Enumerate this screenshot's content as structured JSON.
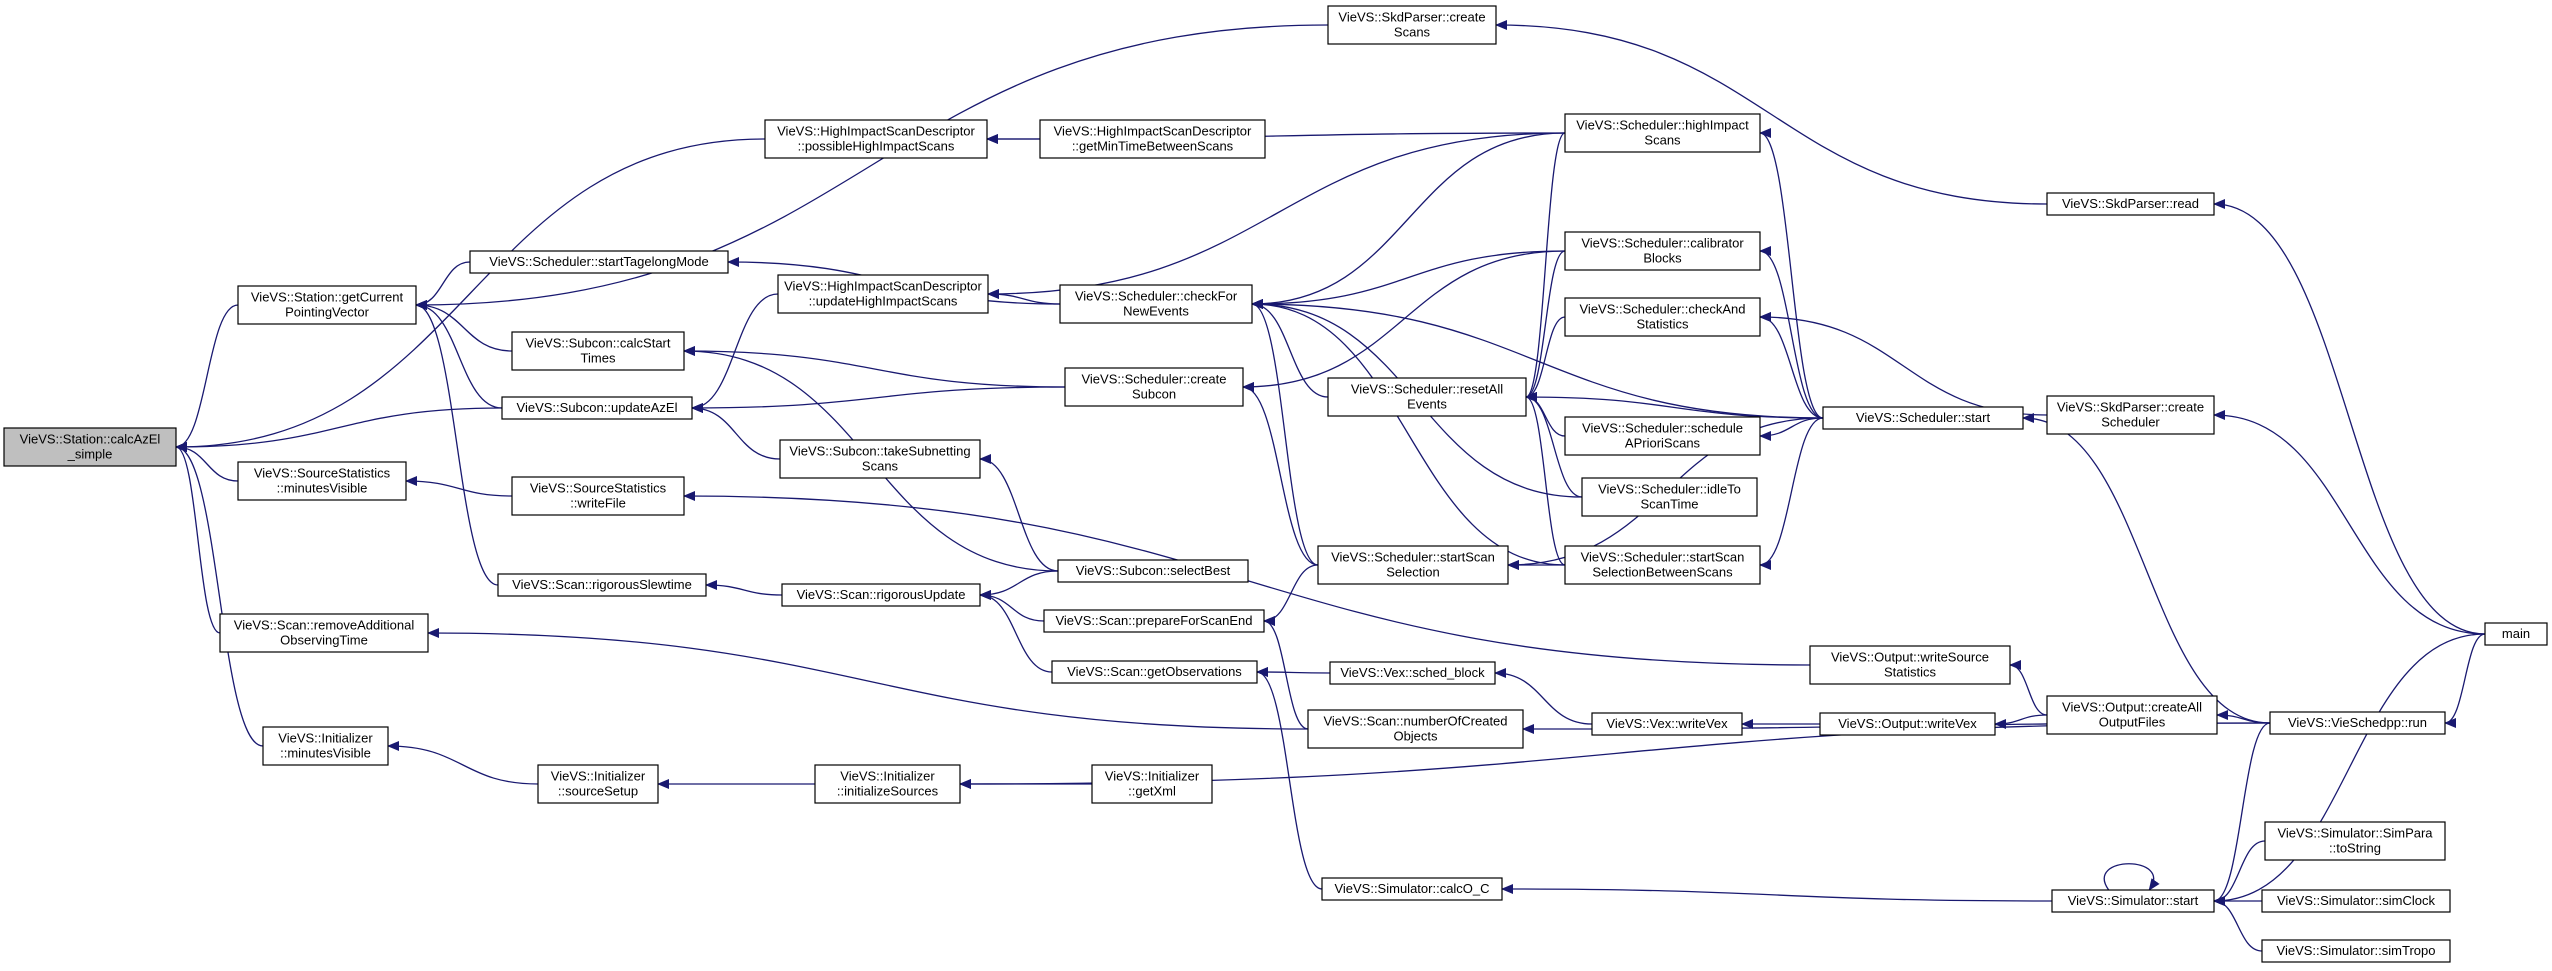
{
  "diagram": {
    "title": "",
    "edge_color": "#191970",
    "highlight_fill": "#bfbfbf",
    "nodes": [
      {
        "id": "calcAzEl",
        "lines": [
          "VieVS::Station::calcAzEl",
          "_simple"
        ],
        "highlight": true
      },
      {
        "id": "getCurrentPointingVector",
        "lines": [
          "VieVS::Station::getCurrent",
          "PointingVector"
        ]
      },
      {
        "id": "updateAzEl",
        "lines": [
          "VieVS::Subcon::updateAzEl"
        ]
      },
      {
        "id": "srcMinutesVisible",
        "lines": [
          "VieVS::SourceStatistics",
          "::minutesVisible"
        ]
      },
      {
        "id": "removeAdditional",
        "lines": [
          "VieVS::Scan::removeAdditional",
          "ObservingTime"
        ]
      },
      {
        "id": "initMinutesVisible",
        "lines": [
          "VieVS::Initializer",
          "::minutesVisible"
        ]
      },
      {
        "id": "startTagelong",
        "lines": [
          "VieVS::Scheduler::startTagelongMode"
        ]
      },
      {
        "id": "calcStartTimes",
        "lines": [
          "VieVS::Subcon::calcStart",
          "Times"
        ]
      },
      {
        "id": "rigorousSlewtime",
        "lines": [
          "VieVS::Scan::rigorousSlewtime"
        ]
      },
      {
        "id": "possibleHighImpact",
        "lines": [
          "VieVS::HighImpactScanDescriptor",
          "::possibleHighImpactScans"
        ]
      },
      {
        "id": "updateHighImpact",
        "lines": [
          "VieVS::HighImpactScanDescriptor",
          "::updateHighImpactScans"
        ]
      },
      {
        "id": "writeFile",
        "lines": [
          "VieVS::SourceStatistics",
          "::writeFile"
        ]
      },
      {
        "id": "takeSubnetting",
        "lines": [
          "VieVS::Subcon::takeSubnetting",
          "Scans"
        ]
      },
      {
        "id": "rigorousUpdate",
        "lines": [
          "VieVS::Scan::rigorousUpdate"
        ]
      },
      {
        "id": "sourceSetup",
        "lines": [
          "VieVS::Initializer",
          "::sourceSetup"
        ]
      },
      {
        "id": "initializeSources",
        "lines": [
          "VieVS::Initializer",
          "::initializeSources"
        ]
      },
      {
        "id": "getMinTime",
        "lines": [
          "VieVS::HighImpactScanDescriptor",
          "::getMinTimeBetweenScans"
        ]
      },
      {
        "id": "checkForNewEvents",
        "lines": [
          "VieVS::Scheduler::checkFor",
          "NewEvents"
        ]
      },
      {
        "id": "createSubcon",
        "lines": [
          "VieVS::Scheduler::create",
          "Subcon"
        ]
      },
      {
        "id": "selectBest",
        "lines": [
          "VieVS::Subcon::selectBest"
        ]
      },
      {
        "id": "prepareForScanEnd",
        "lines": [
          "VieVS::Scan::prepareForScanEnd"
        ]
      },
      {
        "id": "getObservations",
        "lines": [
          "VieVS::Scan::getObservations"
        ]
      },
      {
        "id": "getXml",
        "lines": [
          "VieVS::Initializer",
          "::getXml"
        ]
      },
      {
        "id": "skdCreateScans",
        "lines": [
          "VieVS::SkdParser::create",
          "Scans"
        ]
      },
      {
        "id": "highImpactScans",
        "lines": [
          "VieVS::Scheduler::highImpact",
          "Scans"
        ]
      },
      {
        "id": "resetAllEvents",
        "lines": [
          "VieVS::Scheduler::resetAll",
          "Events"
        ]
      },
      {
        "id": "calibratorBlocks",
        "lines": [
          "VieVS::Scheduler::calibrator",
          "Blocks"
        ]
      },
      {
        "id": "checkAndStatistics",
        "lines": [
          "VieVS::Scheduler::checkAnd",
          "Statistics"
        ]
      },
      {
        "id": "scheduleAPriori",
        "lines": [
          "VieVS::Scheduler::schedule",
          "APrioriScans"
        ]
      },
      {
        "id": "idleToScanTime",
        "lines": [
          "VieVS::Scheduler::idleTo",
          "ScanTime"
        ]
      },
      {
        "id": "startScanSelection",
        "lines": [
          "VieVS::Scheduler::startScan",
          "Selection"
        ]
      },
      {
        "id": "startScanSelBetween",
        "lines": [
          "VieVS::Scheduler::startScan",
          "SelectionBetweenScans"
        ]
      },
      {
        "id": "schedBlock",
        "lines": [
          "VieVS::Vex::sched_block"
        ]
      },
      {
        "id": "numberOfCreated",
        "lines": [
          "VieVS::Scan::numberOfCreated",
          "Objects"
        ]
      },
      {
        "id": "calcO_C",
        "lines": [
          "VieVS::Simulator::calcO_C"
        ]
      },
      {
        "id": "vexWriteVex",
        "lines": [
          "VieVS::Vex::writeVex"
        ]
      },
      {
        "id": "schedulerStart",
        "lines": [
          "VieVS::Scheduler::start"
        ]
      },
      {
        "id": "writeSourceStatistics",
        "lines": [
          "VieVS::Output::writeSource",
          "Statistics"
        ]
      },
      {
        "id": "outputWriteVex",
        "lines": [
          "VieVS::Output::writeVex"
        ]
      },
      {
        "id": "skdRead",
        "lines": [
          "VieVS::SkdParser::read"
        ]
      },
      {
        "id": "skdCreateScheduler",
        "lines": [
          "VieVS::SkdParser::create",
          "Scheduler"
        ]
      },
      {
        "id": "createAllOutputFiles",
        "lines": [
          "VieVS::Output::createAll",
          "OutputFiles"
        ]
      },
      {
        "id": "simStart",
        "lines": [
          "VieVS::Simulator::start"
        ]
      },
      {
        "id": "vieSchedppRun",
        "lines": [
          "VieVS::VieSchedpp::run"
        ]
      },
      {
        "id": "simParaToString",
        "lines": [
          "VieVS::Simulator::SimPara",
          "::toString"
        ]
      },
      {
        "id": "simClock",
        "lines": [
          "VieVS::Simulator::simClock"
        ]
      },
      {
        "id": "simTropo",
        "lines": [
          "VieVS::Simulator::simTropo"
        ]
      },
      {
        "id": "main",
        "lines": [
          "main"
        ]
      }
    ],
    "edges": [
      [
        "getCurrentPointingVector",
        "calcAzEl"
      ],
      [
        "updateAzEl",
        "calcAzEl"
      ],
      [
        "srcMinutesVisible",
        "calcAzEl"
      ],
      [
        "removeAdditional",
        "calcAzEl"
      ],
      [
        "initMinutesVisible",
        "calcAzEl"
      ],
      [
        "possibleHighImpact",
        "calcAzEl"
      ],
      [
        "skdCreateScans",
        "getCurrentPointingVector"
      ],
      [
        "startTagelong",
        "getCurrentPointingVector"
      ],
      [
        "calcStartTimes",
        "getCurrentPointingVector"
      ],
      [
        "updateAzEl",
        "getCurrentPointingVector"
      ],
      [
        "rigorousSlewtime",
        "getCurrentPointingVector"
      ],
      [
        "updateHighImpact",
        "updateAzEl"
      ],
      [
        "createSubcon",
        "updateAzEl"
      ],
      [
        "takeSubnetting",
        "updateAzEl"
      ],
      [
        "writeFile",
        "srcMinutesVisible"
      ],
      [
        "numberOfCreated",
        "removeAdditional"
      ],
      [
        "sourceSetup",
        "initMinutesVisible"
      ],
      [
        "checkForNewEvents",
        "startTagelong"
      ],
      [
        "createSubcon",
        "calcStartTimes"
      ],
      [
        "selectBest",
        "calcStartTimes"
      ],
      [
        "rigorousUpdate",
        "rigorousSlewtime"
      ],
      [
        "getMinTime",
        "possibleHighImpact"
      ],
      [
        "highImpactScans",
        "possibleHighImpact"
      ],
      [
        "checkForNewEvents",
        "updateHighImpact"
      ],
      [
        "highImpactScans",
        "updateHighImpact"
      ],
      [
        "writeSourceStatistics",
        "writeFile"
      ],
      [
        "selectBest",
        "takeSubnetting"
      ],
      [
        "prepareForScanEnd",
        "rigorousUpdate"
      ],
      [
        "selectBest",
        "rigorousUpdate"
      ],
      [
        "getObservations",
        "rigorousUpdate"
      ],
      [
        "initializeSources",
        "sourceSetup"
      ],
      [
        "getXml",
        "initializeSources"
      ],
      [
        "vieSchedppRun",
        "initializeSources"
      ],
      [
        "highImpactScans",
        "checkForNewEvents"
      ],
      [
        "calibratorBlocks",
        "checkForNewEvents"
      ],
      [
        "schedulerStart",
        "checkForNewEvents"
      ],
      [
        "resetAllEvents",
        "checkForNewEvents"
      ],
      [
        "startScanSelection",
        "checkForNewEvents"
      ],
      [
        "idleToScanTime",
        "checkForNewEvents"
      ],
      [
        "startScanSelBetween",
        "checkForNewEvents"
      ],
      [
        "startScanSelection",
        "createSubcon"
      ],
      [
        "calibratorBlocks",
        "createSubcon"
      ],
      [
        "startScanSelection",
        "prepareForScanEnd"
      ],
      [
        "numberOfCreated",
        "prepareForScanEnd"
      ],
      [
        "schedBlock",
        "getObservations"
      ],
      [
        "calcO_C",
        "getObservations"
      ],
      [
        "skdRead",
        "skdCreateScans"
      ],
      [
        "schedulerStart",
        "highImpactScans"
      ],
      [
        "highImpactScans",
        "resetAllEvents"
      ],
      [
        "calibratorBlocks",
        "resetAllEvents"
      ],
      [
        "checkAndStatistics",
        "resetAllEvents"
      ],
      [
        "scheduleAPriori",
        "resetAllEvents"
      ],
      [
        "idleToScanTime",
        "resetAllEvents"
      ],
      [
        "startScanSelBetween",
        "resetAllEvents"
      ],
      [
        "schedulerStart",
        "resetAllEvents"
      ],
      [
        "schedulerStart",
        "calibratorBlocks"
      ],
      [
        "schedulerStart",
        "checkAndStatistics"
      ],
      [
        "skdCreateScheduler",
        "checkAndStatistics"
      ],
      [
        "schedulerStart",
        "scheduleAPriori"
      ],
      [
        "startScanSelBetween",
        "startScanSelection"
      ],
      [
        "schedulerStart",
        "startScanSelection"
      ],
      [
        "schedulerStart",
        "startScanSelBetween"
      ],
      [
        "vexWriteVex",
        "schedBlock"
      ],
      [
        "vieSchedppRun",
        "numberOfCreated"
      ],
      [
        "simStart",
        "calcO_C"
      ],
      [
        "outputWriteVex",
        "vexWriteVex"
      ],
      [
        "vieSchedppRun",
        "schedulerStart"
      ],
      [
        "createAllOutputFiles",
        "writeSourceStatistics"
      ],
      [
        "createAllOutputFiles",
        "outputWriteVex"
      ],
      [
        "main",
        "skdRead"
      ],
      [
        "main",
        "skdCreateScheduler"
      ],
      [
        "vieSchedppRun",
        "createAllOutputFiles"
      ],
      [
        "simStart",
        "simStart"
      ],
      [
        "simParaToString",
        "simStart"
      ],
      [
        "simClock",
        "simStart"
      ],
      [
        "simTropo",
        "simStart"
      ],
      [
        "vieSchedppRun",
        "simStart"
      ],
      [
        "main",
        "vieSchedppRun"
      ],
      [
        "main",
        "simStart"
      ]
    ]
  }
}
